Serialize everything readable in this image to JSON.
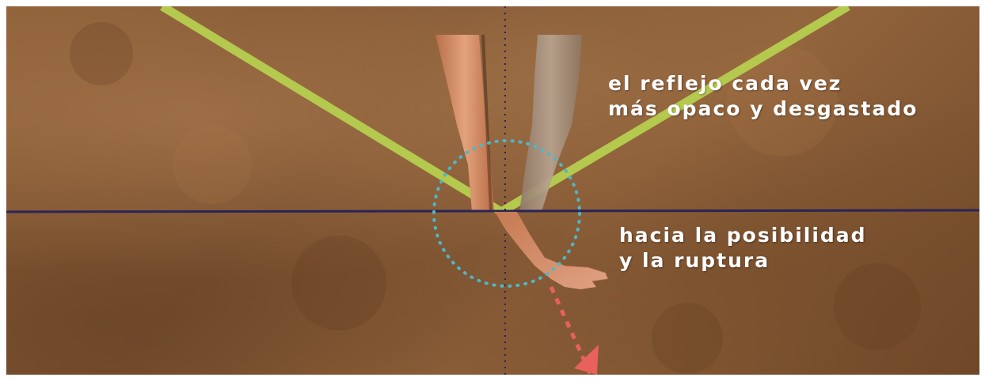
{
  "captions": {
    "top": [
      "el reflejo cada vez",
      "más opaco y desgastado"
    ],
    "bottom": [
      "hacia la posibilidad",
      "y la ruptura"
    ]
  },
  "colors": {
    "ray": "#b4c94e",
    "horizon": "#2a2456",
    "vertical": "#2a2456",
    "circle": "#4fb6c9",
    "arrow": "#e8615c",
    "paper": "#8e6038"
  },
  "icons": [
    "dotted-arrow-icon"
  ]
}
